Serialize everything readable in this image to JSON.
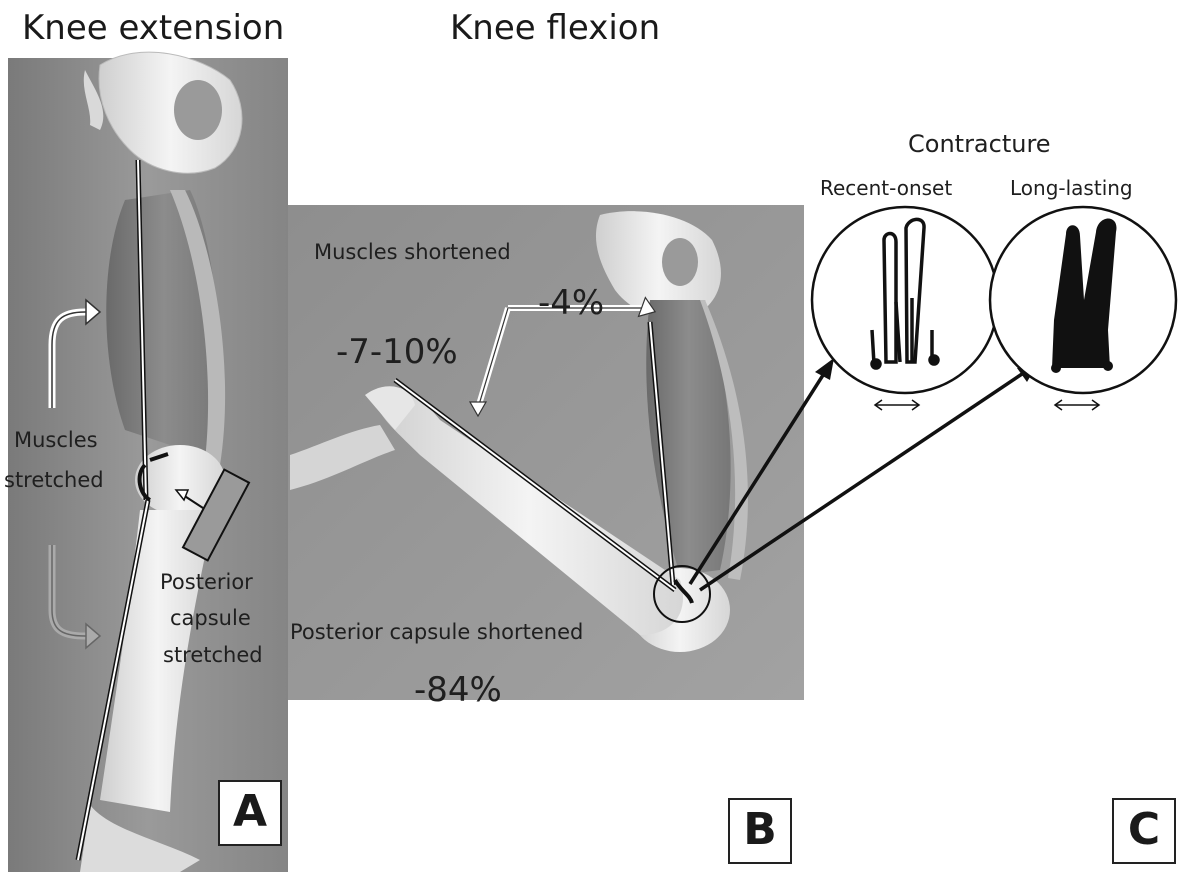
{
  "panel_a": {
    "heading": "Knee extension",
    "muscles_label_line1": "Muscles",
    "muscles_label_line2": "stretched",
    "capsule_label_line1": "Posterior",
    "capsule_label_line2": "capsule",
    "capsule_label_line3": "stretched",
    "letter": "A"
  },
  "panel_b": {
    "heading": "Knee flexion",
    "muscles_label": "Muscles shortened",
    "muscle_pct_1": "-4%",
    "muscle_pct_2": "-7-10%",
    "capsule_label": "Posterior capsule shortened",
    "capsule_pct": "-84%",
    "letter": "B"
  },
  "panel_c": {
    "heading": "Contracture",
    "recent_label": "Recent-onset",
    "long_label": "Long-lasting",
    "letter": "C"
  }
}
